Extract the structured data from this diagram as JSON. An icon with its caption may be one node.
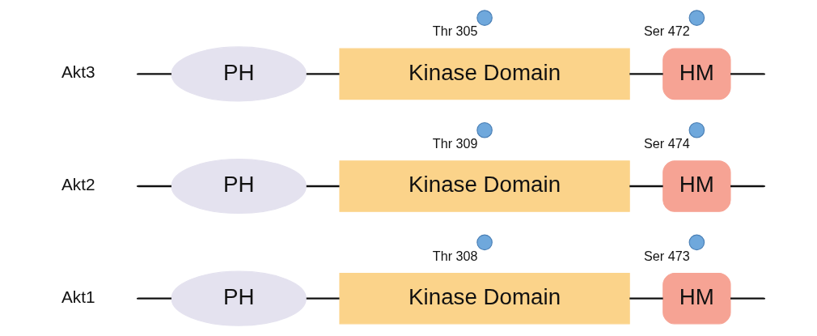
{
  "diagram": {
    "nodes": [
      {
        "text": [
          "PH"
        ]
      },
      {
        "text": [
          "Kinase Domain"
        ]
      },
      {
        "text": [],
        "shape": "circle",
        "beside": [
          "Thr 308"
        ]
      },
      {
        "text": [
          "HM"
        ]
      },
      {
        "text": [],
        "shape": "circle",
        "beside": [
          "Ser 473"
        ]
      },
      {
        "text": [
          "PH"
        ]
      },
      {
        "text": [
          "Kinase Domain"
        ]
      },
      {
        "text": [],
        "shape": "circle",
        "beside": [
          "Thr 309"
        ]
      },
      {
        "text": [
          "HM"
        ]
      },
      {
        "text": [],
        "shape": "circle",
        "beside": [
          "Ser 474"
        ]
      },
      {
        "text": [
          "PH"
        ]
      },
      {
        "text": [
          "Kinase Domain"
        ]
      },
      {
        "text": [],
        "shape": "circle",
        "beside": [
          "Thr 305"
        ]
      },
      {
        "text": [
          "HM"
        ]
      },
      {
        "text": [],
        "shape": "circle",
        "beside": [
          "Ser 472"
        ]
      }
    ],
    "edges": [
      {
        "from": null,
        "to": 0,
        "arrow": "none"
      },
      {
        "from": 0,
        "to": 1,
        "arrow": "none"
      },
      {
        "from": 1,
        "to": 3,
        "arrow": "none"
      },
      {
        "from": 3,
        "to": null,
        "arrow": "none"
      },
      {
        "from": null,
        "to": 5,
        "arrow": "none"
      },
      {
        "from": 5,
        "to": 6,
        "arrow": "none"
      },
      {
        "from": 6,
        "to": 8,
        "arrow": "none"
      },
      {
        "from": 8,
        "to": null,
        "arrow": "none"
      },
      {
        "from": null,
        "to": 10,
        "arrow": "none"
      },
      {
        "from": 10,
        "to": 11,
        "arrow": "none"
      },
      {
        "from": 11,
        "to": 13,
        "arrow": "none"
      },
      {
        "from": 13,
        "to": null,
        "arrow": "none"
      }
    ],
    "labels": [
      "Akt1",
      "Akt2",
      "Akt3"
    ]
  }
}
